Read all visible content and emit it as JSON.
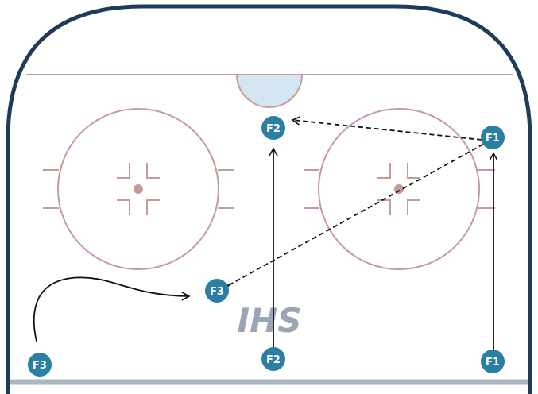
{
  "logo": {
    "text": "IHS",
    "color": "#9aa6b3"
  },
  "colors": {
    "boards": "#1f3b5a",
    "rink_lines": "#c79a9a",
    "crease": "#d4e6f1",
    "player_fill": "#2a7fa3",
    "goal_line": "#aab6c1"
  },
  "players": {
    "f1_start": "F1",
    "f2_start": "F2",
    "f3_start": "F3",
    "f1_end": "F1",
    "f2_end": "F2",
    "f3_end": "F3"
  }
}
